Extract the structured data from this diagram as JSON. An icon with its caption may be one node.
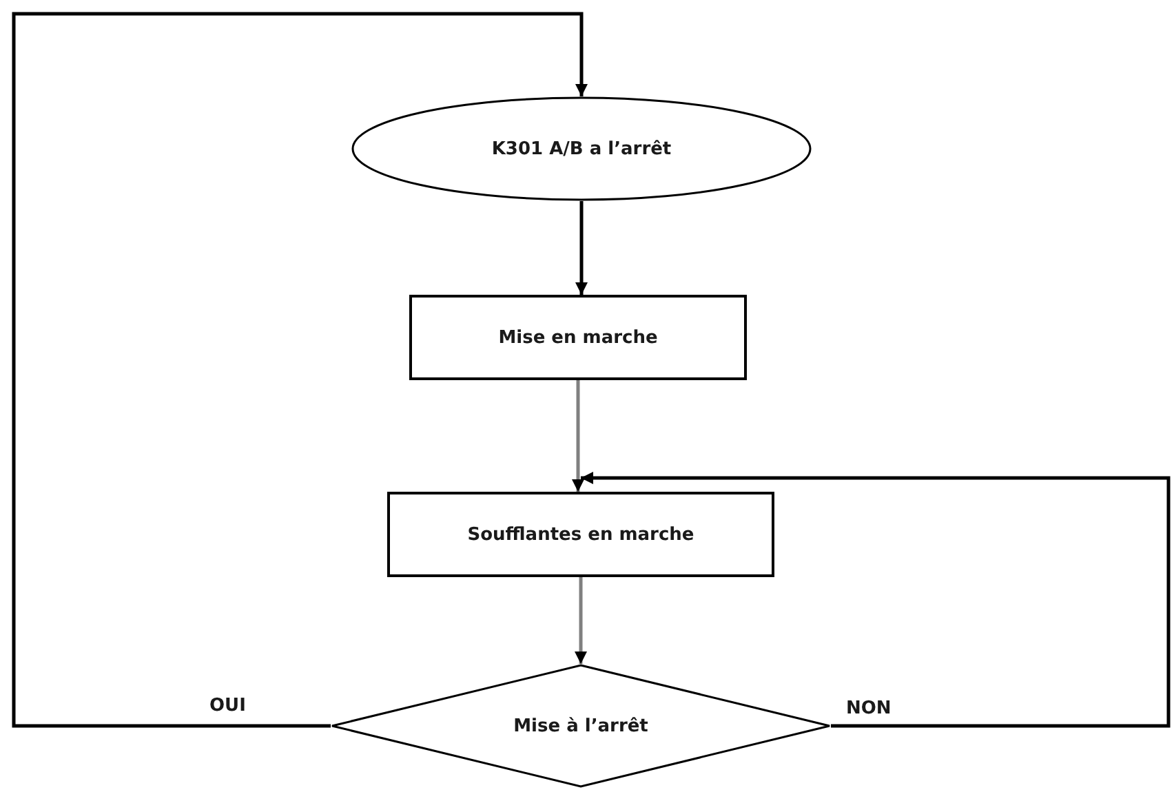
{
  "diagram": {
    "nodes": [
      {
        "text": [
          "K301 A/B a l’arrêt"
        ]
      },
      {
        "text": [
          "Mise en marche"
        ]
      },
      {
        "text": [
          "Soufflantes en marche"
        ]
      },
      {
        "text": [
          "Mise à l’arrêt"
        ]
      }
    ],
    "edges": [
      {
        "from": 0,
        "to": 1,
        "arrow": "to"
      },
      {
        "from": 1,
        "to": 2,
        "arrow": "to",
        "color": "#808080"
      },
      {
        "from": 2,
        "to": 3,
        "arrow": "to",
        "color": "#808080"
      },
      {
        "from": 3,
        "to": 0,
        "arrow": "to",
        "label": "OUI"
      },
      {
        "from": 3,
        "to": 2,
        "arrow": "to",
        "label": "NON"
      }
    ]
  }
}
